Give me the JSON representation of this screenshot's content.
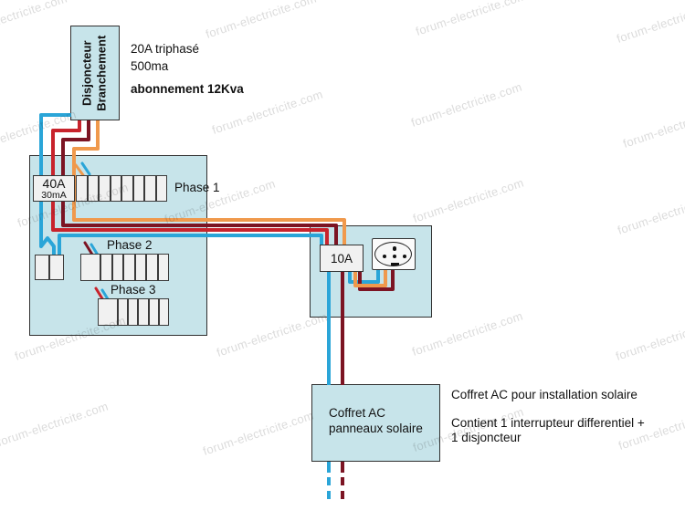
{
  "watermark": "forum-electricite.com",
  "colors": {
    "panel_fill": "#c7e4ea",
    "wire_blue": "#2aa5d8",
    "wire_red": "#c8232c",
    "wire_maroon": "#7c1423",
    "wire_orange": "#f0994c"
  },
  "main_breaker": {
    "label_line1": "Disjoncteur",
    "label_line2": "Branchement"
  },
  "notes_top": {
    "line1": "20A triphasé",
    "line2": "500ma",
    "line3": "abonnement 12Kva"
  },
  "main_panel": {
    "differential": {
      "amps": "40A",
      "sensitivity": "30mA"
    },
    "phases": [
      {
        "label": "Phase 1",
        "modules": 8,
        "wide_first": false
      },
      {
        "label": "Phase 2",
        "modules": 7,
        "wide_first": true
      },
      {
        "label": "Phase 3",
        "modules": 6,
        "wide_first": true
      }
    ],
    "terminal_modules": 2
  },
  "solar_ac_panel": {
    "breaker_label": "10A"
  },
  "coffret": {
    "line1": "Coffret AC",
    "line2": "panneaux solaire"
  },
  "notes_right": {
    "line1": "Coffret AC pour installation solaire",
    "line2": "Contient 1 interrupteur differentiel +",
    "line3": "1 disjoncteur"
  }
}
